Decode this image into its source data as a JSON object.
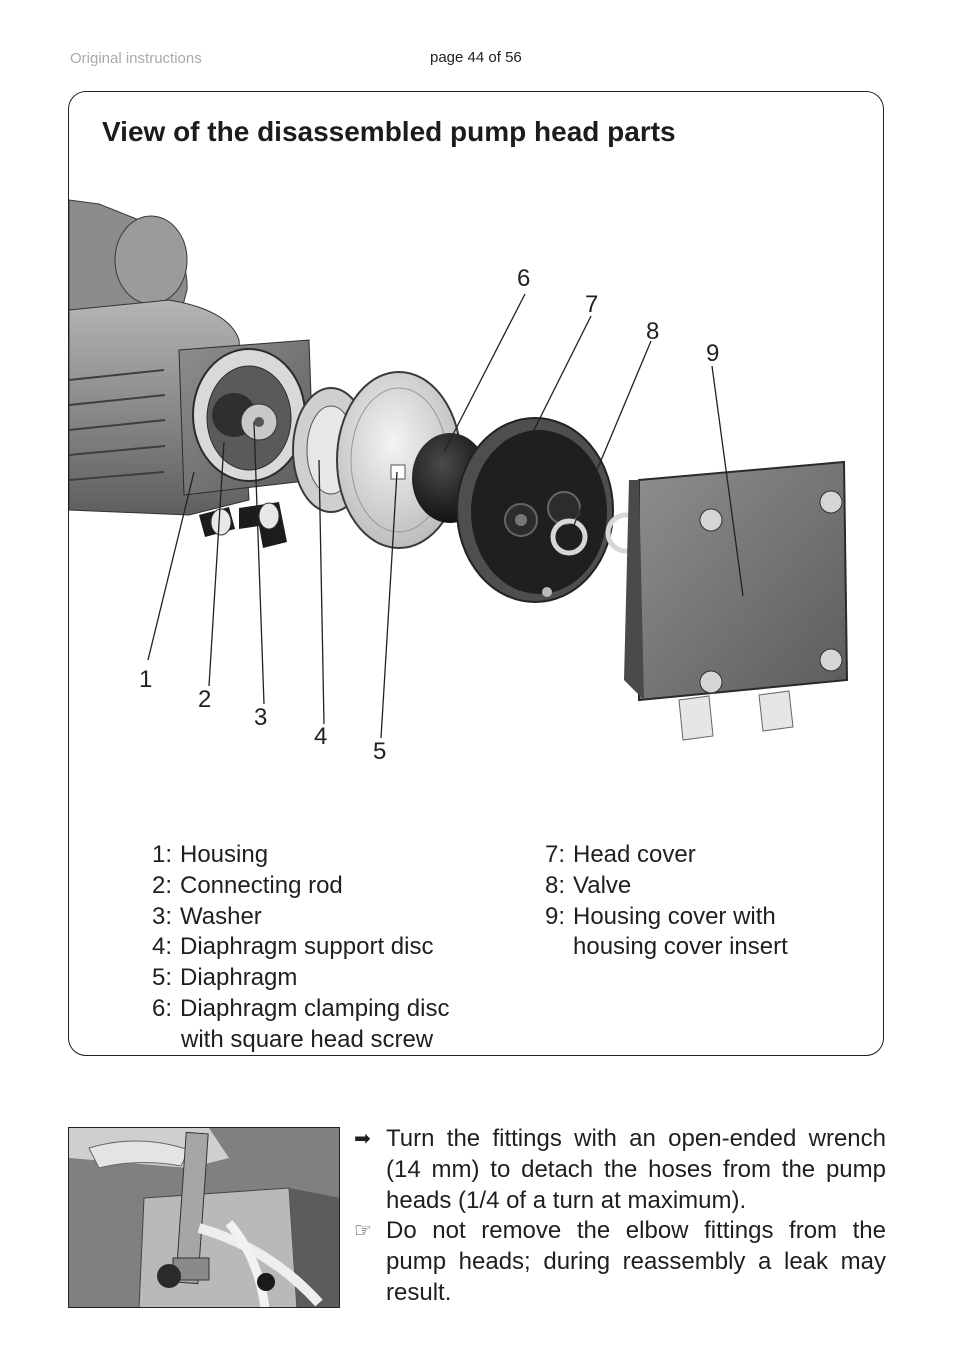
{
  "header": {
    "left_text": "Original instructions",
    "page_text": "page 44 of 56"
  },
  "section": {
    "title": "View of the disassembled pump head parts",
    "callouts": [
      "1",
      "2",
      "3",
      "4",
      "5",
      "6",
      "7",
      "8",
      "9"
    ],
    "legend_left": [
      {
        "num": "1:",
        "text": "Housing"
      },
      {
        "num": "2:",
        "text": "Connecting rod"
      },
      {
        "num": "3:",
        "text": "Washer"
      },
      {
        "num": "4:",
        "text": "Diaphragm support disc"
      },
      {
        "num": "5:",
        "text": "Diaphragm"
      },
      {
        "num": "6:",
        "text": "Diaphragm clamping disc",
        "cont": "with square head screw"
      }
    ],
    "legend_right": [
      {
        "num": "7:",
        "text": "Head cover"
      },
      {
        "num": "8:",
        "text": "Valve"
      },
      {
        "num": "9:",
        "text": "Housing cover with",
        "cont": "housing cover insert"
      }
    ]
  },
  "instructions": [
    {
      "icon": "arrow-right-icon",
      "text": "Turn the fittings with an open-ended wrench (14 mm) to detach the hoses from the pump heads (1/4 of a turn at maximum)."
    },
    {
      "icon": "pointing-hand-icon",
      "text": "Do not remove the elbow fittings from the pump heads; during reassembly a leak may result."
    }
  ]
}
